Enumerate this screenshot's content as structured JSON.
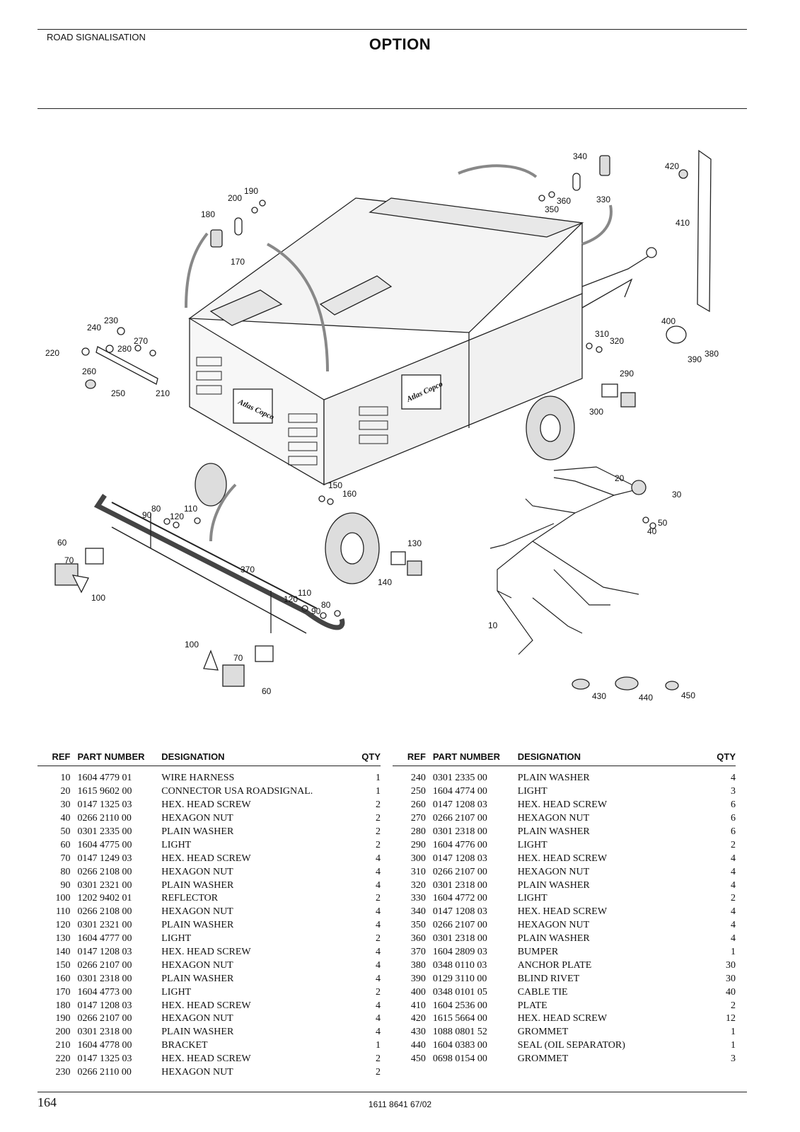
{
  "header": {
    "section": "ROAD SIGNALISATION",
    "title": "OPTION"
  },
  "diagram": {
    "brand_text": "Atlas Copco",
    "callouts": [
      "10",
      "20",
      "30",
      "40",
      "50",
      "60",
      "70",
      "80",
      "90",
      "100",
      "110",
      "120",
      "130",
      "140",
      "150",
      "160",
      "170",
      "180",
      "190",
      "200",
      "210",
      "220",
      "230",
      "240",
      "250",
      "260",
      "270",
      "280",
      "290",
      "300",
      "310",
      "320",
      "330",
      "340",
      "350",
      "360",
      "370",
      "380",
      "390",
      "400",
      "410",
      "420",
      "430",
      "440",
      "450"
    ]
  },
  "table": {
    "headers": {
      "ref": "REF",
      "part_number": "PART NUMBER",
      "designation": "DESIGNATION",
      "qty": "QTY"
    },
    "left": [
      {
        "ref": "10",
        "pn": "1604 4779 01",
        "des": "WIRE HARNESS",
        "qty": "1"
      },
      {
        "ref": "20",
        "pn": "1615 9602 00",
        "des": "CONNECTOR USA ROADSIGNAL.",
        "qty": "1"
      },
      {
        "ref": "30",
        "pn": "0147 1325 03",
        "des": "HEX. HEAD SCREW",
        "qty": "2"
      },
      {
        "ref": "40",
        "pn": "0266 2110 00",
        "des": "HEXAGON NUT",
        "qty": "2"
      },
      {
        "ref": "50",
        "pn": "0301 2335 00",
        "des": "PLAIN WASHER",
        "qty": "2"
      },
      {
        "ref": "60",
        "pn": "1604 4775 00",
        "des": "LIGHT",
        "qty": "2"
      },
      {
        "ref": "70",
        "pn": "0147 1249 03",
        "des": "HEX. HEAD SCREW",
        "qty": "4"
      },
      {
        "ref": "80",
        "pn": "0266 2108 00",
        "des": "HEXAGON NUT",
        "qty": "4"
      },
      {
        "ref": "90",
        "pn": "0301 2321 00",
        "des": "PLAIN WASHER",
        "qty": "4"
      },
      {
        "ref": "100",
        "pn": "1202 9402 01",
        "des": "REFLECTOR",
        "qty": "2"
      },
      {
        "ref": "110",
        "pn": "0266 2108 00",
        "des": "HEXAGON NUT",
        "qty": "4"
      },
      {
        "ref": "120",
        "pn": "0301 2321 00",
        "des": "PLAIN WASHER",
        "qty": "4"
      },
      {
        "ref": "130",
        "pn": "1604 4777 00",
        "des": "LIGHT",
        "qty": "2"
      },
      {
        "ref": "140",
        "pn": "0147 1208 03",
        "des": "HEX. HEAD SCREW",
        "qty": "4"
      },
      {
        "ref": "150",
        "pn": "0266 2107 00",
        "des": "HEXAGON NUT",
        "qty": "4"
      },
      {
        "ref": "160",
        "pn": "0301 2318 00",
        "des": "PLAIN WASHER",
        "qty": "4"
      },
      {
        "ref": "170",
        "pn": "1604 4773 00",
        "des": "LIGHT",
        "qty": "2"
      },
      {
        "ref": "180",
        "pn": "0147 1208 03",
        "des": "HEX. HEAD SCREW",
        "qty": "4"
      },
      {
        "ref": "190",
        "pn": "0266 2107 00",
        "des": "HEXAGON NUT",
        "qty": "4"
      },
      {
        "ref": "200",
        "pn": "0301 2318 00",
        "des": "PLAIN WASHER",
        "qty": "4"
      },
      {
        "ref": "210",
        "pn": "1604 4778 00",
        "des": "BRACKET",
        "qty": "1"
      },
      {
        "ref": "220",
        "pn": "0147 1325 03",
        "des": "HEX. HEAD SCREW",
        "qty": "2"
      },
      {
        "ref": "230",
        "pn": "0266 2110 00",
        "des": "HEXAGON NUT",
        "qty": "2"
      }
    ],
    "right": [
      {
        "ref": "240",
        "pn": "0301 2335 00",
        "des": "PLAIN WASHER",
        "qty": "4"
      },
      {
        "ref": "250",
        "pn": "1604 4774 00",
        "des": "LIGHT",
        "qty": "3"
      },
      {
        "ref": "260",
        "pn": "0147 1208 03",
        "des": "HEX. HEAD SCREW",
        "qty": "6"
      },
      {
        "ref": "270",
        "pn": "0266 2107 00",
        "des": "HEXAGON NUT",
        "qty": "6"
      },
      {
        "ref": "280",
        "pn": "0301 2318 00",
        "des": "PLAIN WASHER",
        "qty": "6"
      },
      {
        "ref": "290",
        "pn": "1604 4776 00",
        "des": "LIGHT",
        "qty": "2"
      },
      {
        "ref": "300",
        "pn": "0147 1208 03",
        "des": "HEX. HEAD SCREW",
        "qty": "4"
      },
      {
        "ref": "310",
        "pn": "0266 2107 00",
        "des": "HEXAGON NUT",
        "qty": "4"
      },
      {
        "ref": "320",
        "pn": "0301 2318 00",
        "des": "PLAIN WASHER",
        "qty": "4"
      },
      {
        "ref": "330",
        "pn": "1604 4772 00",
        "des": "LIGHT",
        "qty": "2"
      },
      {
        "ref": "340",
        "pn": "0147 1208 03",
        "des": "HEX. HEAD SCREW",
        "qty": "4"
      },
      {
        "ref": "350",
        "pn": "0266 2107 00",
        "des": "HEXAGON NUT",
        "qty": "4"
      },
      {
        "ref": "360",
        "pn": "0301 2318 00",
        "des": "PLAIN WASHER",
        "qty": "4"
      },
      {
        "ref": "370",
        "pn": "1604 2809 03",
        "des": "BUMPER",
        "qty": "1"
      },
      {
        "ref": "380",
        "pn": "0348 0110 03",
        "des": "ANCHOR PLATE",
        "qty": "30"
      },
      {
        "ref": "390",
        "pn": "0129 3110 00",
        "des": "BLIND RIVET",
        "qty": "30"
      },
      {
        "ref": "400",
        "pn": "0348 0101 05",
        "des": "CABLE TIE",
        "qty": "40"
      },
      {
        "ref": "410",
        "pn": "1604 2536 00",
        "des": "PLATE",
        "qty": "2"
      },
      {
        "ref": "420",
        "pn": "1615 5664 00",
        "des": "HEX. HEAD SCREW",
        "qty": "12"
      },
      {
        "ref": "430",
        "pn": "1088 0801 52",
        "des": "GROMMET",
        "qty": "1"
      },
      {
        "ref": "440",
        "pn": "1604 0383 00",
        "des": "SEAL (OIL SEPARATOR)",
        "qty": "1"
      },
      {
        "ref": "450",
        "pn": "0698 0154 00",
        "des": "GROMMET",
        "qty": "3"
      }
    ]
  },
  "footer": {
    "page_number": "164",
    "doc_number": "1611 8641 67/02"
  }
}
